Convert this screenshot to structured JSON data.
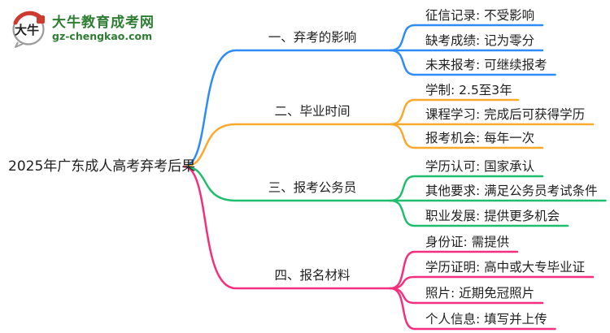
{
  "logo": {
    "title": "大牛教育成考网",
    "domain": "gz-chengkao.com",
    "icon_text": "大牛",
    "brand_color": "#2e7d33",
    "seal_color": "#ce3a2f"
  },
  "center": {
    "title": "2025年广东成人高考弃考后果"
  },
  "branches": [
    {
      "label": "一、弃考的影响",
      "color": "#2e8bf7",
      "children": [
        "征信记录: 不受影响",
        "缺考成绩: 记为零分",
        "未来报考: 可继续报考"
      ]
    },
    {
      "label": "二、毕业时间",
      "color": "#f9a92c",
      "children": [
        "学制: 2.5至3年",
        "课程学习: 完成后可获得学历",
        "报考机会: 每年一次"
      ]
    },
    {
      "label": "三、报考公务员",
      "color": "#1fbe6e",
      "children": [
        "学历认可: 国家承认",
        "其他要求: 满足公务员考试条件",
        "职业发展: 提供更多机会"
      ]
    },
    {
      "label": "四、报名材料",
      "color": "#f42f7d",
      "children": [
        "身份证: 需提供",
        "学历证明: 高中或大专毕业证",
        "照片: 近期免冠照片",
        "个人信息: 填写并上传"
      ]
    }
  ]
}
